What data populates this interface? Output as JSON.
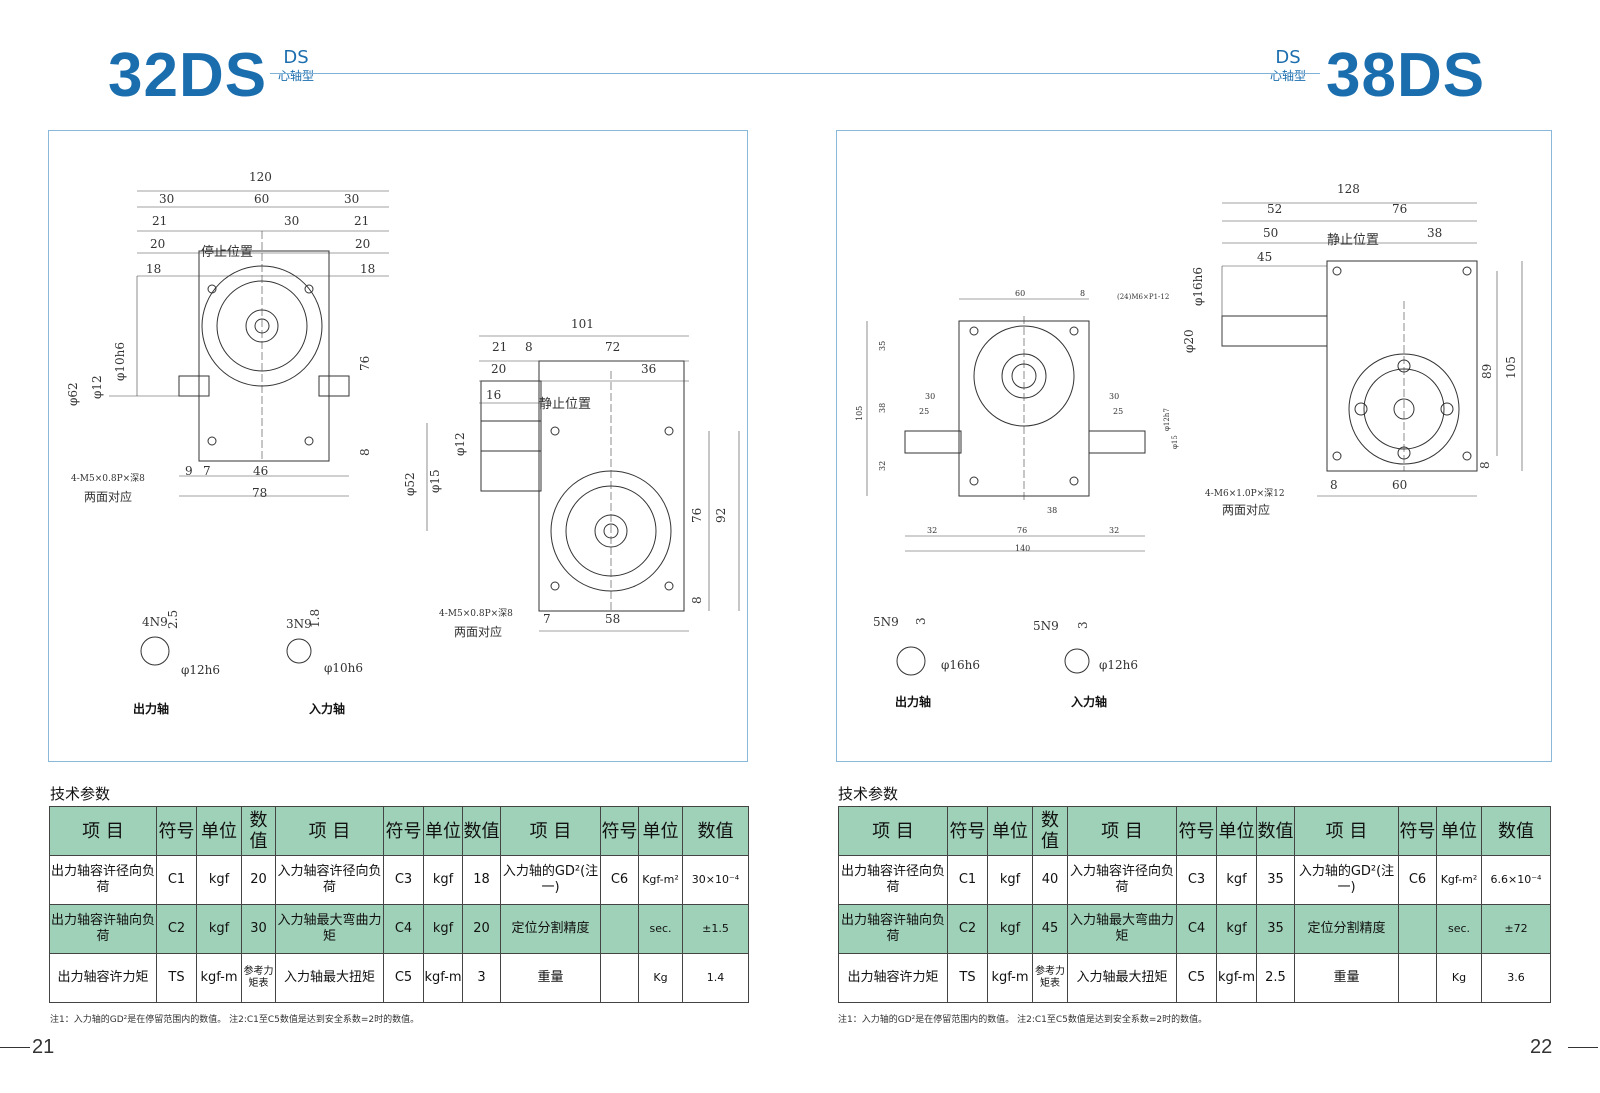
{
  "left": {
    "model": "32DS",
    "tag1": "DS",
    "tag2": "心轴型",
    "captions": {
      "output": "出力轴",
      "input": "入力轴"
    },
    "tech_title": "技术参数",
    "table": {
      "header": [
        "项 目",
        "符号",
        "单位",
        "数值",
        "项 目",
        "符号",
        "单位",
        "数值",
        "项 目",
        "符号",
        "单位",
        "数值"
      ],
      "rows": [
        [
          "出力轴容许径向负荷",
          "C1",
          "kgf",
          "20",
          "入力轴容许径向负荷",
          "C3",
          "kgf",
          "18",
          "入力轴的GD²(注一)",
          "C6",
          "Kgf-m²",
          "30×10⁻⁴"
        ],
        [
          "出力轴容许轴向负荷",
          "C2",
          "kgf",
          "30",
          "入力轴最大弯曲力矩",
          "C4",
          "kgf",
          "20",
          "定位分割精度",
          "",
          "sec.",
          "±1.5"
        ],
        [
          "出力轴容许力矩",
          "TS",
          "kgf-m",
          "参考力矩表",
          "入力轴最大扭矩",
          "C5",
          "kgf-m",
          "3",
          "重量",
          "",
          "Kg",
          "1.4"
        ]
      ]
    },
    "note": "注1：入力轴的GD²是在停留范围内的数值。  注2:C1至C5数值是达到安全系数=2时的数值。",
    "page_number": "21"
  },
  "right": {
    "model": "38DS",
    "tag1": "DS",
    "tag2": "心轴型",
    "captions": {
      "output": "出力轴",
      "input": "入力轴"
    },
    "tech_title": "技术参数",
    "table": {
      "header": [
        "项 目",
        "符号",
        "单位",
        "数值",
        "项 目",
        "符号",
        "单位",
        "数值",
        "项 目",
        "符号",
        "单位",
        "数值"
      ],
      "rows": [
        [
          "出力轴容许径向负荷",
          "C1",
          "kgf",
          "40",
          "入力轴容许径向负荷",
          "C3",
          "kgf",
          "35",
          "入力轴的GD²(注一)",
          "C6",
          "Kgf-m²",
          "6.6×10⁻⁴"
        ],
        [
          "出力轴容许轴向负荷",
          "C2",
          "kgf",
          "45",
          "入力轴最大弯曲力矩",
          "C4",
          "kgf",
          "35",
          "定位分割精度",
          "",
          "sec.",
          "±72"
        ],
        [
          "出力轴容许力矩",
          "TS",
          "kgf-m",
          "参考力矩表",
          "入力轴最大扭矩",
          "C5",
          "kgf-m",
          "2.5",
          "重量",
          "",
          "Kg",
          "3.6"
        ]
      ]
    },
    "note": "注1：入力轴的GD²是在停留范围内的数值。  注2:C1至C5数值是达到安全系数=2时的数值。",
    "page_number": "22"
  },
  "drawing_labels": {
    "l_120": "120",
    "l_30a": "30",
    "l_60": "60",
    "l_30b": "30",
    "l_21a": "21",
    "l_30c": "30",
    "l_21b": "21",
    "l_20a": "20",
    "l_20b": "20",
    "l_18a": "18",
    "l_18b": "18",
    "l_stop": "停止位置",
    "l_62": "φ62",
    "l_12": "φ12",
    "l_10h6": "φ10h6",
    "l_76v": "76",
    "l_8a": "8",
    "l_holes": "4-M5×0.8P×深8",
    "l_both": "两面对应",
    "l_9": "9",
    "l_7": "7",
    "l_46": "46",
    "l_78": "78",
    "l_101": "101",
    "l_21c": "21",
    "l_8b": "8",
    "l_72": "72",
    "l_20c": "20",
    "l_36": "36",
    "l_16": "16",
    "l_stop2": "静止位置",
    "l_12b": "φ12",
    "l_52": "φ52",
    "l_15": "φ15",
    "l_76b": "76",
    "l_92": "92",
    "l_holes2": "4-M5×0.8P×深8",
    "l_both2": "两面对应",
    "l_7b": "7",
    "l_58": "58",
    "l_8c": "8",
    "l_4n9": "4N9",
    "l_25": "2.5",
    "l_12h6": "φ12h6",
    "l_3n9": "3N9",
    "l_18c": "1.8",
    "l_10h6b": "φ10h6",
    "r_128": "128",
    "r_52": "52",
    "r_76": "76",
    "r_50": "50",
    "r_stop": "静止位置",
    "r_38": "38",
    "r_45": "45",
    "r_16h6": "φ16h6",
    "r_20": "φ20",
    "r_89": "89",
    "r_105": "105",
    "r_8a": "8",
    "r_holes": "4-M6×1.0P×深12",
    "r_both": "两面对应",
    "r_8b": "8",
    "r_60b": "60",
    "r_60": "60",
    "r_8": "8",
    "r_m6": "(24)M6×P1-12",
    "r_105v": "105",
    "r_35": "35",
    "r_38v": "38",
    "r_32v": "32",
    "r_30a": "30",
    "r_25a": "25",
    "r_30b": "30",
    "r_25b": "25",
    "r_12h7": "φ12h7",
    "r_15": "φ15",
    "r_38h": "38",
    "r_32a": "32",
    "r_76h": "76",
    "r_32b": "32",
    "r_140": "140",
    "r_5n9a": "5N9",
    "r_3a": "3",
    "r_16h6b": "φ16h6",
    "r_5n9b": "5N9",
    "r_3b": "3",
    "r_12h6": "φ12h6"
  }
}
